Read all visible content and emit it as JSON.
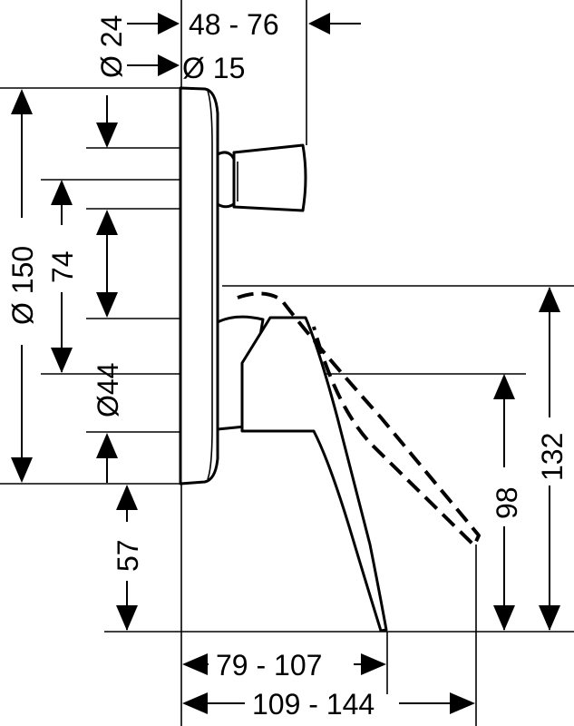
{
  "dimensions": {
    "d_outlet": "Ø 24",
    "d_outlet_inner": "Ø 15",
    "depth_diverter": "48 - 76",
    "d_plate": "Ø 150",
    "spacing_74": "74",
    "d_44": "Ø44",
    "offset_57": "57",
    "height_98": "98",
    "height_132": "132",
    "projection_handle": "79 - 107",
    "projection_open": "109 - 144"
  }
}
